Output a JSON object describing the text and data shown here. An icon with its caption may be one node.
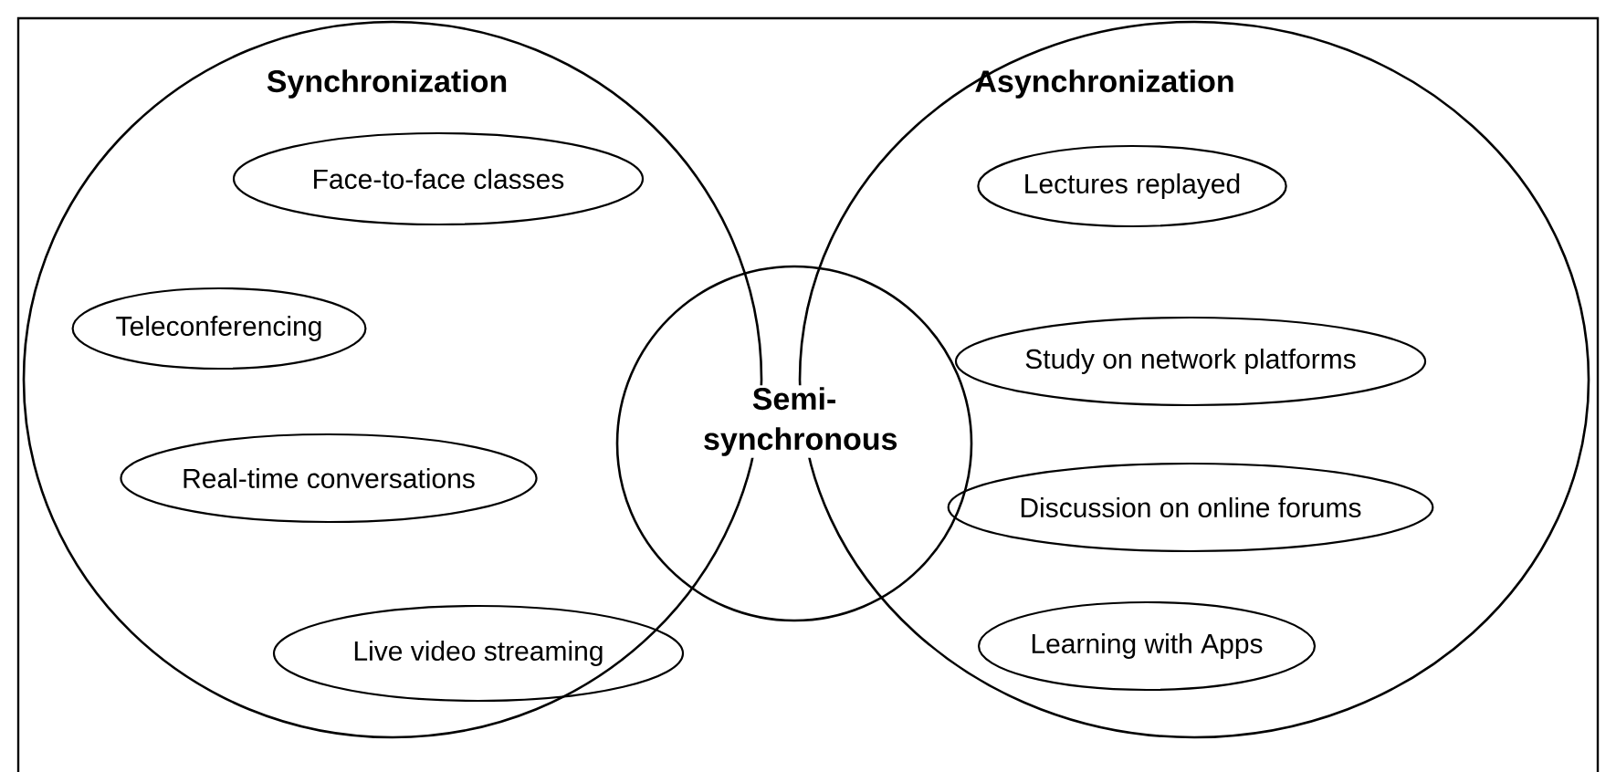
{
  "diagram": {
    "nodes": [
      {
        "text": [
          "Synchronization"
        ]
      },
      {
        "text": [
          "Asynchronization"
        ]
      },
      {
        "text": [
          "Semi-synchronous"
        ]
      },
      {
        "text": [
          "Face-to-face classes"
        ],
        "in": 0
      },
      {
        "text": [
          "Teleconferencing"
        ],
        "in": 0
      },
      {
        "text": [
          "Real-time conversations"
        ],
        "in": 0
      },
      {
        "text": [
          "Live video streaming"
        ],
        "in": 0
      },
      {
        "text": [
          "Lectures replayed"
        ],
        "in": 1
      },
      {
        "text": [
          "Study on network platforms"
        ],
        "in": 1
      },
      {
        "text": [
          "Discussion on online forums"
        ],
        "in": 1
      },
      {
        "text": [
          "Learning with Apps"
        ],
        "in": 1
      }
    ]
  }
}
